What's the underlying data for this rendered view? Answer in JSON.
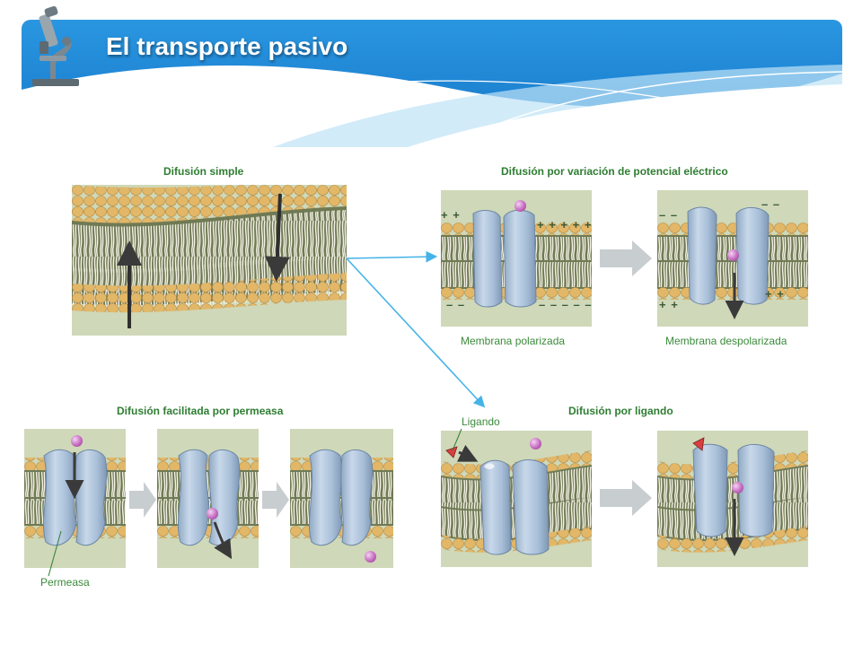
{
  "slide": {
    "title": "El transporte pasivo",
    "icon": "microscope-icon"
  },
  "sections": {
    "simple": "Difusión simple",
    "electric": "Difusión por variación de potencial eléctrico",
    "permease": "Difusión facilitada por permeasa",
    "ligand": "Difusión por ligando"
  },
  "labels": {
    "polarized": "Membrana polarizada",
    "depolarized": "Membrana despolarizada",
    "ligand": "Ligando",
    "permease": "Permeasa"
  },
  "charges": {
    "plus_top": "+ + + + +",
    "plus_small": "+ +",
    "minus": "– – – – –",
    "minus_small": "– –"
  },
  "colors": {
    "header_blue": "#1e88d6",
    "title_text": "#ffffff",
    "section_text": "#2e7d32",
    "connector": "#45b3e8",
    "molecule": "#b860b4"
  }
}
